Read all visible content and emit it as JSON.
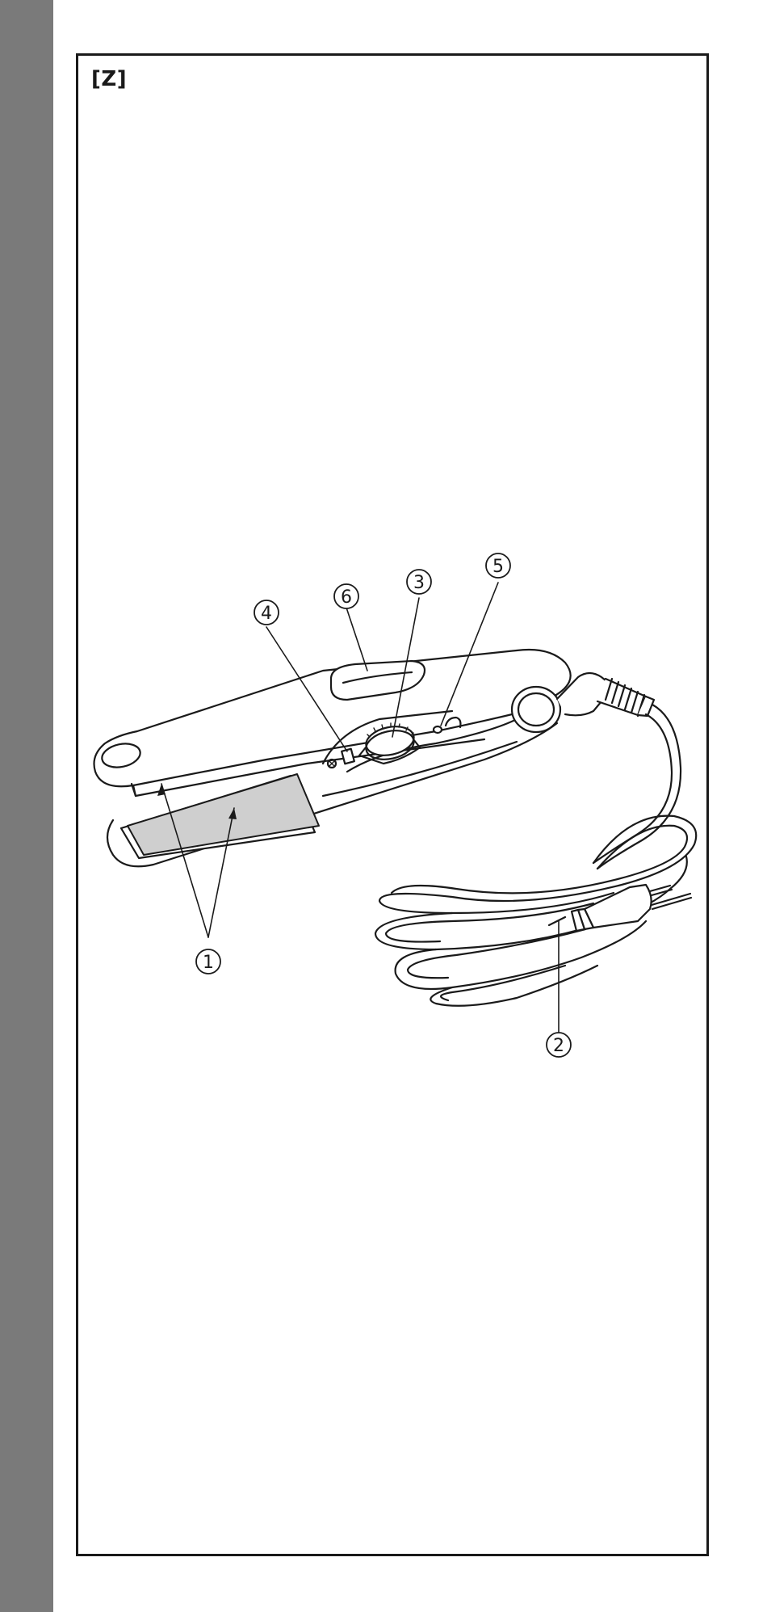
{
  "page": {
    "section_label": "[Z]"
  },
  "callouts": [
    {
      "id": "1",
      "text": "1",
      "part": "heating-plates"
    },
    {
      "id": "2",
      "text": "2",
      "part": "power-cord"
    },
    {
      "id": "3",
      "text": "3",
      "part": "temperature-dial"
    },
    {
      "id": "4",
      "text": "4",
      "part": "lock-switch"
    },
    {
      "id": "5",
      "text": "5",
      "part": "indicator-light"
    },
    {
      "id": "6",
      "text": "6",
      "part": "on-off-button"
    }
  ],
  "colors": {
    "sidebar": "#7a7a7a",
    "line": "#1a1a1a",
    "plate": "#cfcfcf"
  }
}
